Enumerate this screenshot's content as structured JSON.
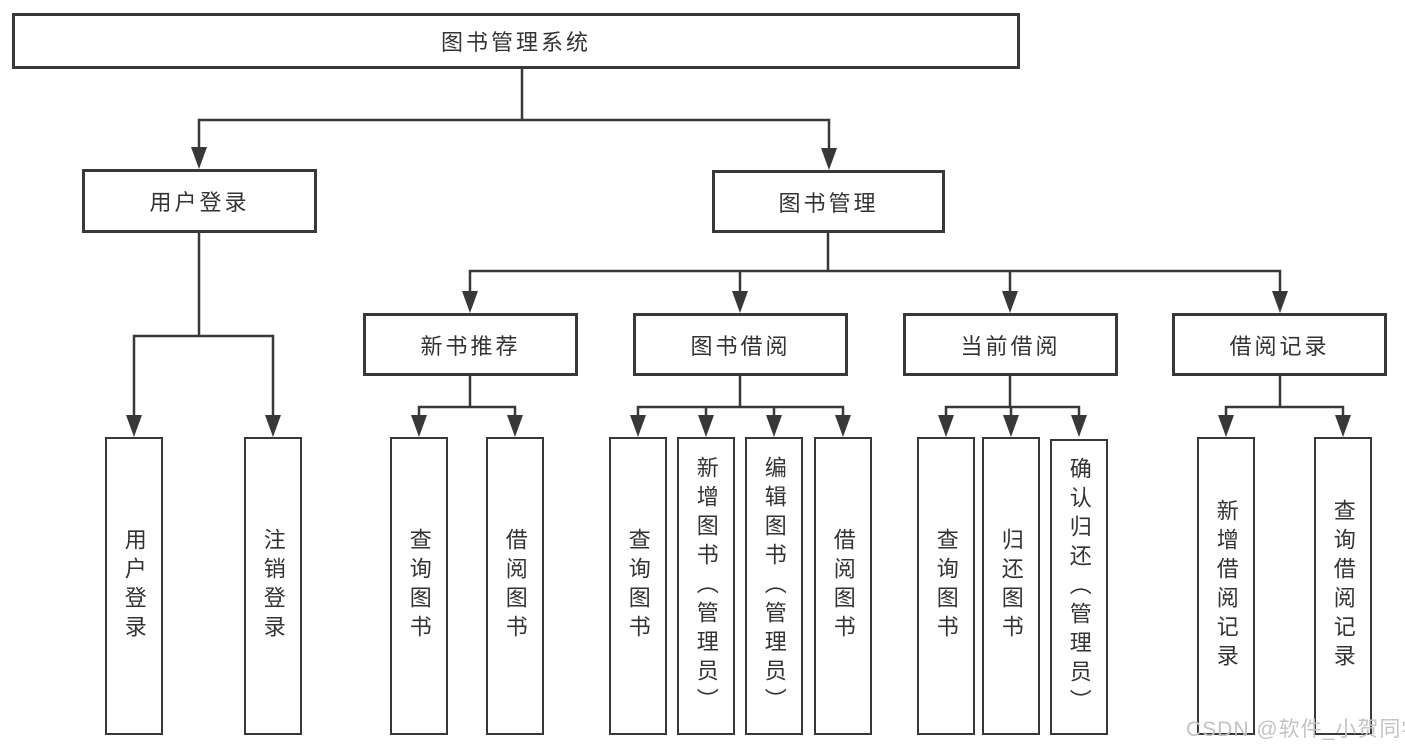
{
  "diagram": {
    "title": "图书管理系统",
    "branches": [
      {
        "label": "用户登录",
        "children": [
          {
            "label": "用户登录"
          },
          {
            "label": "注销登录"
          }
        ]
      },
      {
        "label": "图书管理",
        "children": [
          {
            "label": "新书推荐",
            "children": [
              {
                "label": "查询图书"
              },
              {
                "label": "借阅图书"
              }
            ]
          },
          {
            "label": "图书借阅",
            "children": [
              {
                "label": "查询图书"
              },
              {
                "label": "新增图书（管理员）"
              },
              {
                "label": "编辑图书（管理员）"
              },
              {
                "label": "借阅图书"
              }
            ]
          },
          {
            "label": "当前借阅",
            "children": [
              {
                "label": "查询图书"
              },
              {
                "label": "归还图书"
              },
              {
                "label": "确认归还（管理员）"
              }
            ]
          },
          {
            "label": "借阅记录",
            "children": [
              {
                "label": "新增借阅记录"
              },
              {
                "label": "查询借阅记录"
              }
            ]
          }
        ]
      }
    ]
  },
  "watermark": {
    "text": "CSDN @软件_小贺同学"
  },
  "colors": {
    "line": "#383838",
    "text": "#333333",
    "watermark_text": "#c3c3c3",
    "background": "#ffffff"
  }
}
